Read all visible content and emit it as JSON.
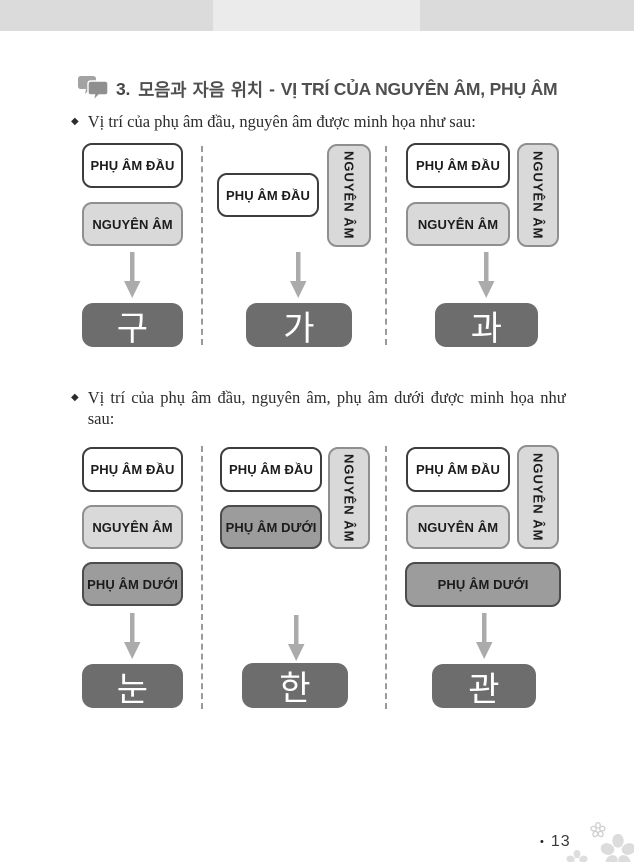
{
  "header": {
    "section_number": "3.",
    "title_korean": "모음과 자음 위치",
    "title_separator": "-",
    "title_vietnamese": "VỊ TRÍ CỦA NGUYÊN ÂM, PHỤ ÂM"
  },
  "bullets": {
    "first": "Vị trí của phụ âm đầu, nguyên âm được minh họa như sau:",
    "second": "Vị trí của phụ âm đầu, nguyên âm, phụ âm dưới được minh họa như sau:"
  },
  "labels": {
    "initial_consonant": "PHỤ ÂM ĐẦU",
    "vowel": "NGUYÊN ÂM",
    "final_consonant": "PHỤ ÂM DƯỚI"
  },
  "diagrams": {
    "row1": {
      "items": [
        {
          "syllable": "구"
        },
        {
          "syllable": "가"
        },
        {
          "syllable": "과"
        }
      ]
    },
    "row2": {
      "items": [
        {
          "syllable": "눈"
        },
        {
          "syllable": "한"
        },
        {
          "syllable": "관"
        }
      ]
    }
  },
  "footer": {
    "page_number_prefix": "•",
    "page_number": "13"
  },
  "colors": {
    "box_light_fill": "#d9d9d9",
    "box_mid_fill": "#9c9c9c",
    "box_dark_fill": "#6d6d6d",
    "arrow_gray": "#ababab",
    "divider_gray": "#9a9a9a",
    "title_gray": "#4f4f4f",
    "scan_strip_dark": "#dbdbdb",
    "scan_strip_light": "#ebebeb",
    "flower_gray": "#d6d6d6"
  }
}
